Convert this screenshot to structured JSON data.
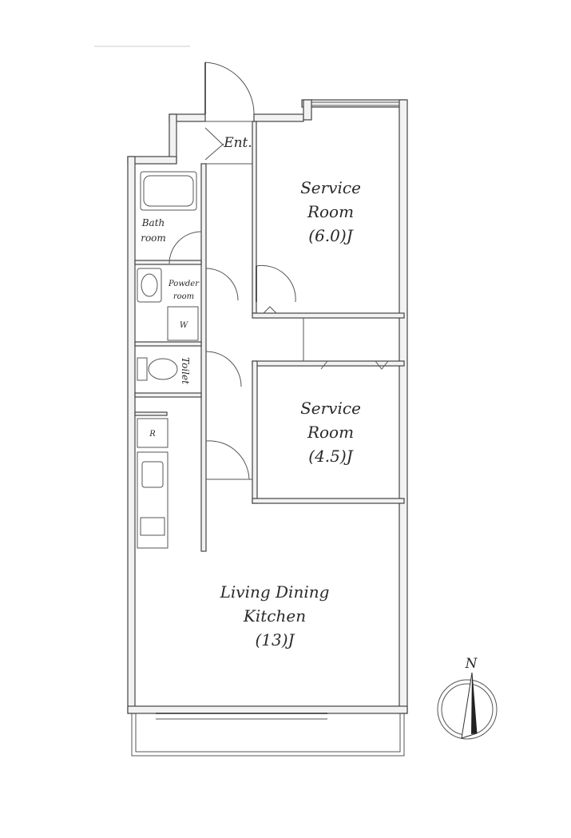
{
  "rooms": {
    "entrance": "Ent.",
    "service_room_1": {
      "line1": "Service",
      "line2": "Room",
      "line3": "(6.0)J"
    },
    "service_room_2": {
      "line1": "Service",
      "line2": "Room",
      "line3": "(4.5)J"
    },
    "bath": {
      "line1": "Bath",
      "line2": "room"
    },
    "powder": {
      "line1": "Powder",
      "line2": "room"
    },
    "washer": "W",
    "toilet": "Toilet",
    "refrigerator": "R",
    "ldk": {
      "line1": "Living Dining",
      "line2": "Kitchen",
      "line3": "(13)J"
    }
  },
  "compass": {
    "label": "N"
  }
}
